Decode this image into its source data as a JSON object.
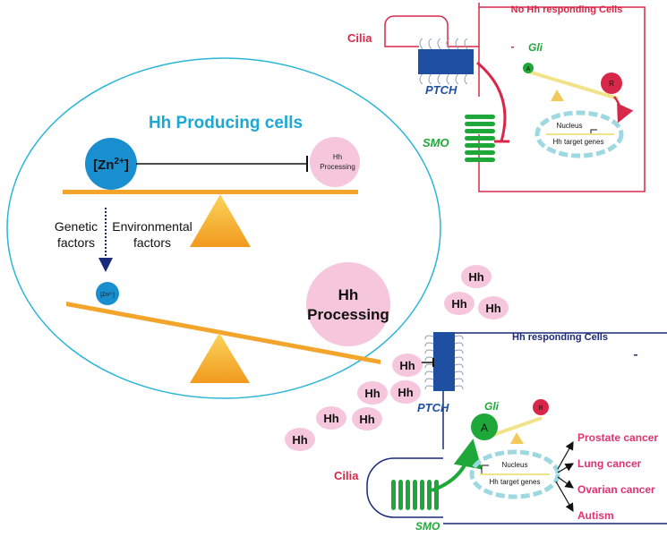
{
  "producing": {
    "title": "Hh Producing cells",
    "zinc_ion_base": "[Zn",
    "zinc_ion_charge": "2+",
    "zinc_ion_close": "]",
    "zinc_small": "[Zn²⁺]",
    "hh_processing_line1": "Hh",
    "hh_processing_line2": "Processing",
    "genetic_line1": "Genetic",
    "genetic_line2": "factors",
    "environmental_line1": "Environmental",
    "environmental_line2": "factors"
  },
  "no_responding": {
    "title": "No Hh responding Cells",
    "cilia": "Cilia",
    "ptch": "PTCH",
    "smo": "SMO",
    "gli": "Gli",
    "activator": "A",
    "repressor": "R",
    "nucleus": "Nucleus",
    "target_genes": "Hh target genes"
  },
  "ligands": {
    "hh": "Hh"
  },
  "responding": {
    "title": "Hh responding Cells",
    "cilia": "Cilia",
    "ptch": "PTCH",
    "smo": "SMO",
    "gli": "Gli",
    "activator": "A",
    "repressor": "R",
    "nucleus": "Nucleus",
    "target_genes": "Hh target genes",
    "outcomes": [
      "Prostate cancer",
      "Lung cancer",
      "Ovarian cancer",
      "Autism"
    ]
  },
  "colors": {
    "ellipse": "#2bb5d6",
    "title_cyan": "#1aa8d6",
    "cilia_red": "#d8284a",
    "ptch_blue": "#1f4fa0",
    "smo_green": "#1fa83a",
    "hh_pink": "#f5c6dc",
    "seesaw_orange": "#f2a52a",
    "zinc_blue": "#1a8fd0",
    "responding_navy": "#1a2a7a",
    "outcome_pink": "#e0336e"
  }
}
